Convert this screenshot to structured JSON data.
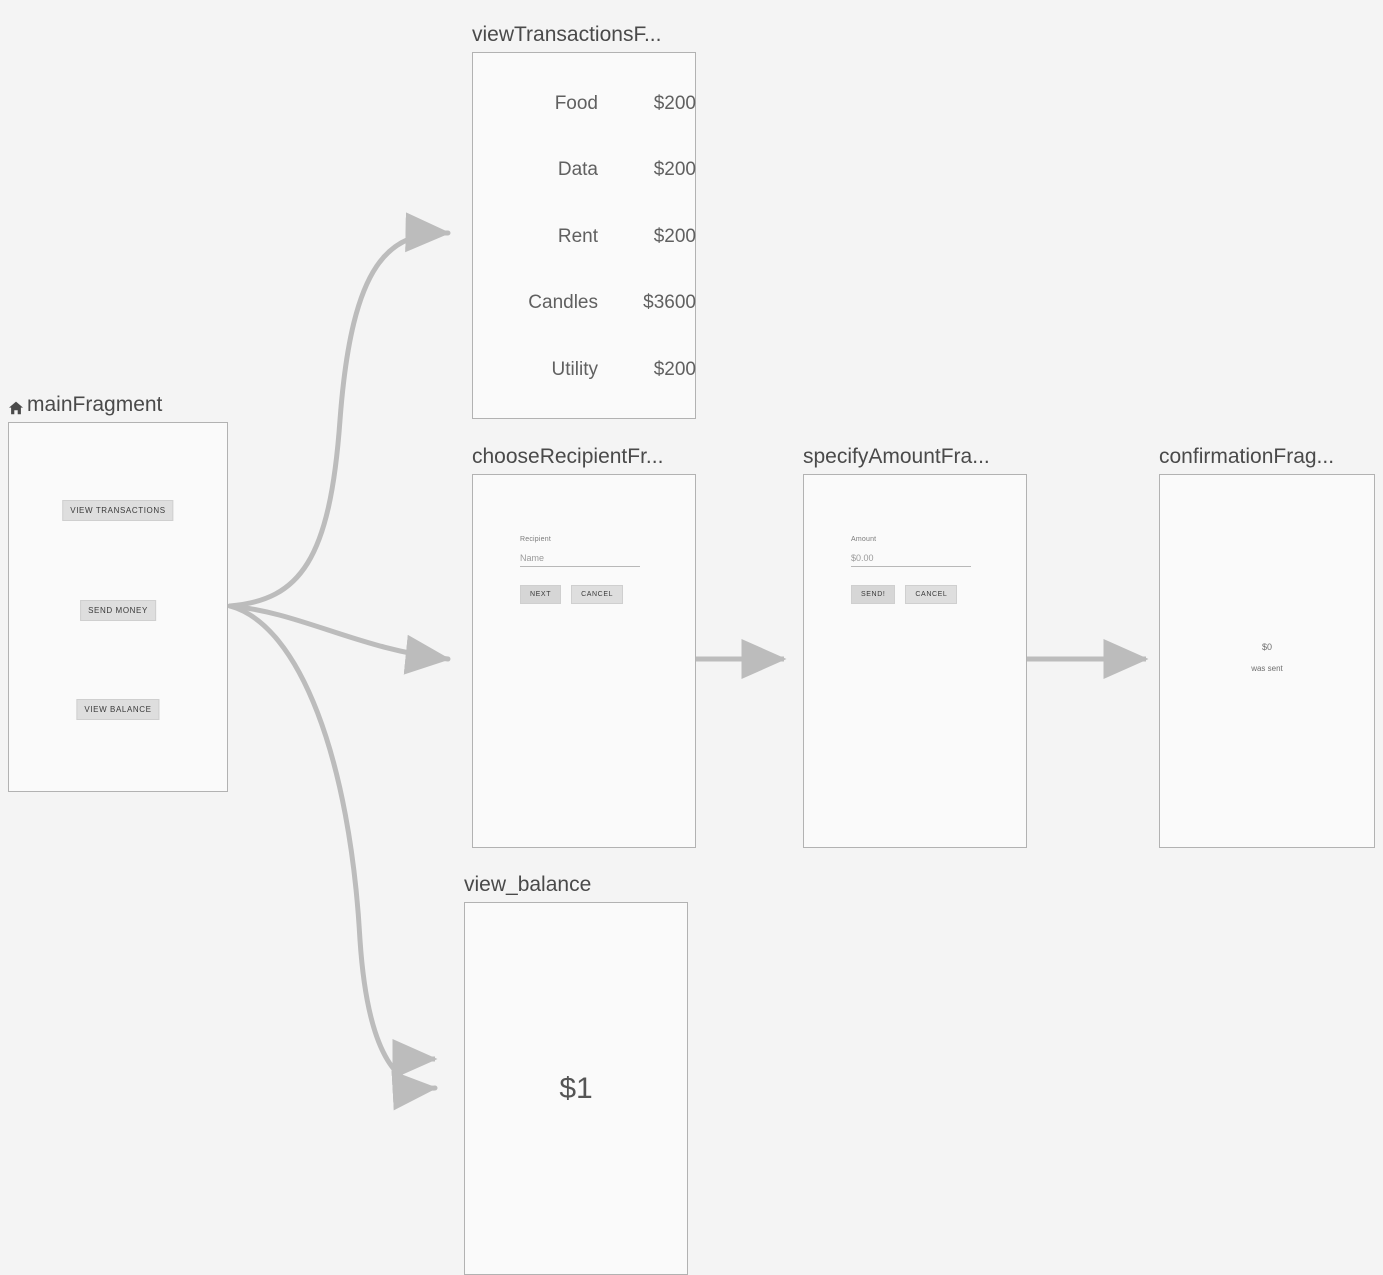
{
  "canvas": {
    "background": "#f4f4f4",
    "card_background": "#fafafa",
    "card_border": "#b2b2b2",
    "edge_color": "#bcbcbc",
    "button_color": "#dedede",
    "title_color": "#4a4a4a"
  },
  "destinations": {
    "main": {
      "title": "mainFragment",
      "is_start": true,
      "start_icon": "home-icon",
      "buttons": [
        {
          "label": "VIEW TRANSACTIONS"
        },
        {
          "label": "SEND MONEY"
        },
        {
          "label": "VIEW BALANCE"
        }
      ]
    },
    "view_transactions": {
      "title": "viewTransactionsF...",
      "full_title": "viewTransactionsFragment",
      "transactions": [
        {
          "label": "Food",
          "amount": "$200"
        },
        {
          "label": "Data",
          "amount": "$200"
        },
        {
          "label": "Rent",
          "amount": "$200"
        },
        {
          "label": "Candles",
          "amount": "$3600"
        },
        {
          "label": "Utility",
          "amount": "$200"
        }
      ]
    },
    "choose_recipient": {
      "title": "chooseRecipientFr...",
      "full_title": "chooseRecipientFragment",
      "field_label": "Recipient",
      "field_placeholder": "Name",
      "field_value": "",
      "primary_button": "NEXT",
      "secondary_button": "CANCEL"
    },
    "specify_amount": {
      "title": "specifyAmountFra...",
      "full_title": "specifyAmountFragment",
      "field_label": "Amount",
      "field_placeholder": "$0.00",
      "field_value": "",
      "primary_button": "SEND!",
      "secondary_button": "CANCEL"
    },
    "confirmation": {
      "title": "confirmationFrag...",
      "full_title": "confirmationFragment",
      "amount": "$0",
      "message": "was sent"
    },
    "view_balance": {
      "title": "view_balance",
      "balance": "$1"
    }
  }
}
